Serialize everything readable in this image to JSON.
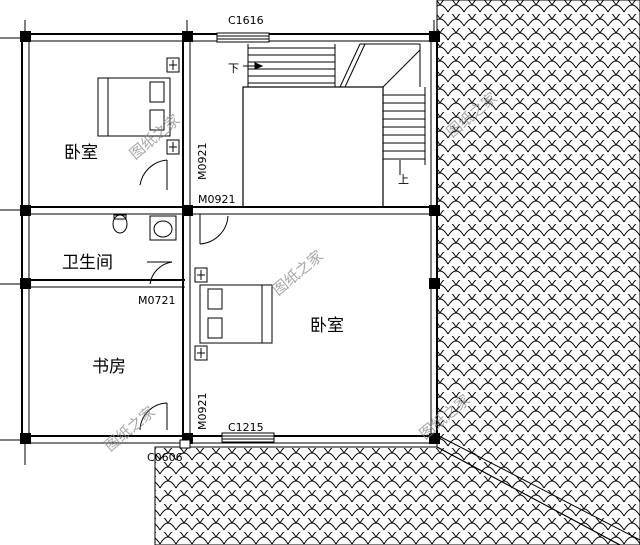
{
  "rooms": {
    "bedroom_top": "卧室",
    "bathroom": "卫生间",
    "study": "书房",
    "bedroom_main": "卧室"
  },
  "windows": {
    "top": "C1616",
    "bottom": "C1215",
    "small": "C0606"
  },
  "doors": {
    "d1": "M0921",
    "d2": "M0921",
    "d3": "M0721",
    "d4": "M0921"
  },
  "stairs": {
    "down": "下",
    "up": "上"
  },
  "watermark": "图纸之家"
}
